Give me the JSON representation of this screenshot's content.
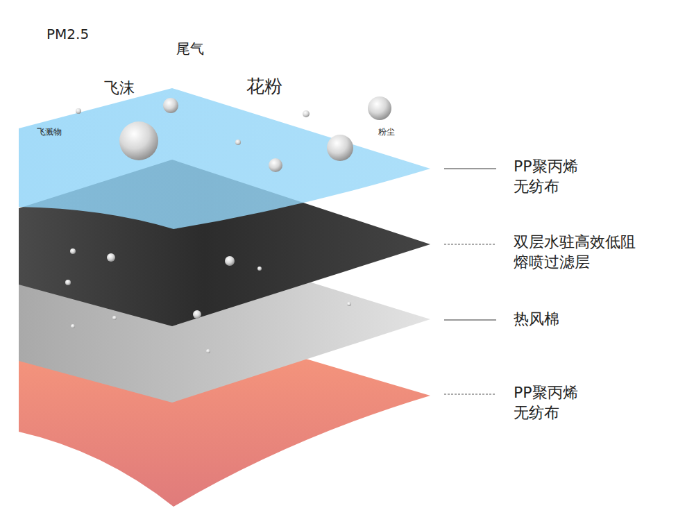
{
  "diagram": {
    "labels": [
      "PM2.5",
      "尾气",
      "飞沫",
      "花粉",
      "飞溅物",
      "粉尘",
      "PP聚丙烯 无纺布",
      "双层水驻高效低阻 熔喷过滤层",
      "热风棉",
      "PP聚丙烯 无纺布"
    ]
  }
}
